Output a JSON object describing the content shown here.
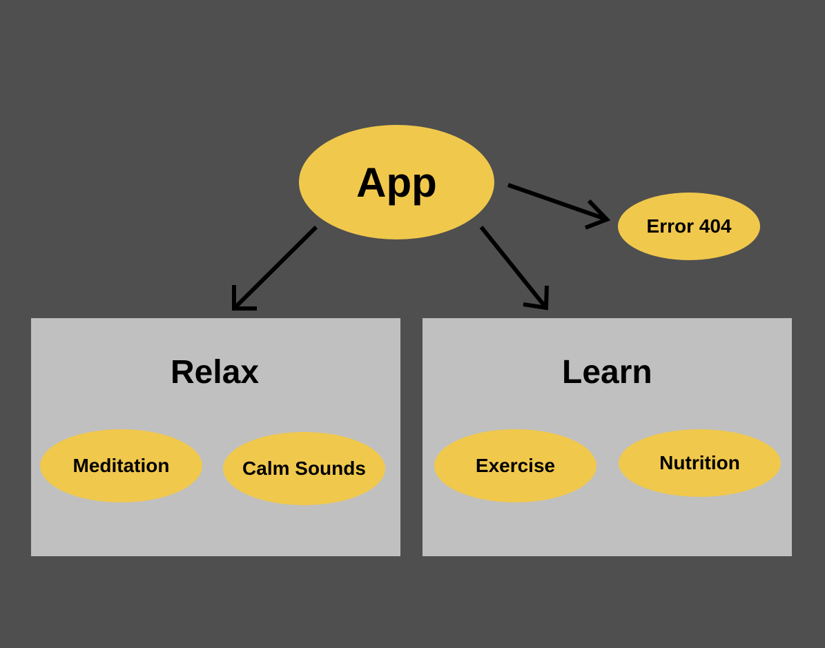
{
  "root": {
    "label": "App"
  },
  "error_node": {
    "label": "Error 404"
  },
  "groups": [
    {
      "title": "Relax",
      "children": [
        {
          "label": "Meditation"
        },
        {
          "label": "Calm Sounds"
        }
      ]
    },
    {
      "title": "Learn",
      "children": [
        {
          "label": "Exercise"
        },
        {
          "label": "Nutrition"
        }
      ]
    }
  ],
  "colors": {
    "background": "#4f4f4f",
    "panel": "#c0c0c0",
    "node": "#f0c84c",
    "text": "#000000",
    "arrow": "#000000"
  }
}
